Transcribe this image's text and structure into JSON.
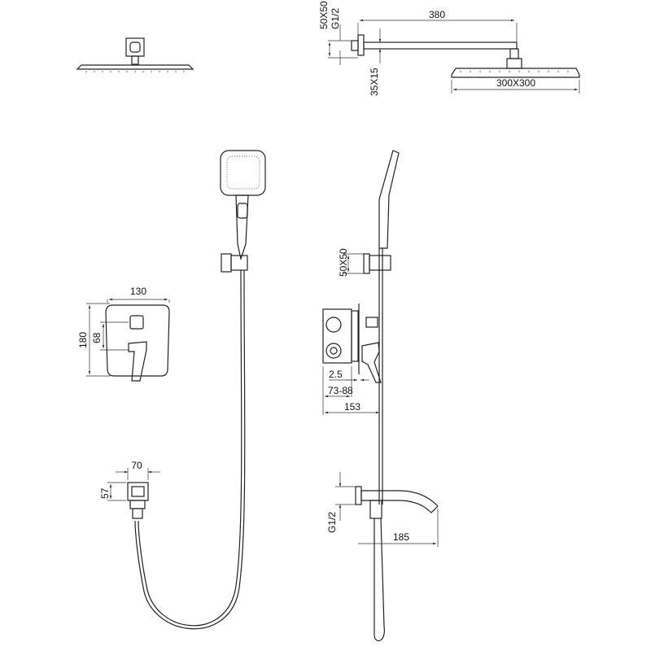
{
  "dimensions": {
    "wall_flange": "50X50",
    "arm_thread": "G1/2",
    "arm_length": "380",
    "arm_section": "35X15",
    "head_size": "300X300",
    "holder_flange": "50X50",
    "mixer_width": "130",
    "mixer_height": "180",
    "mixer_center": "68",
    "plate_gap": "2.5",
    "box_depth": "73-88",
    "total_depth": "153",
    "outlet_width": "70",
    "outlet_height": "57",
    "spout_thread": "G1/2",
    "spout_length": "185"
  },
  "colors": {
    "line": "#222222",
    "background": "#ffffff"
  }
}
